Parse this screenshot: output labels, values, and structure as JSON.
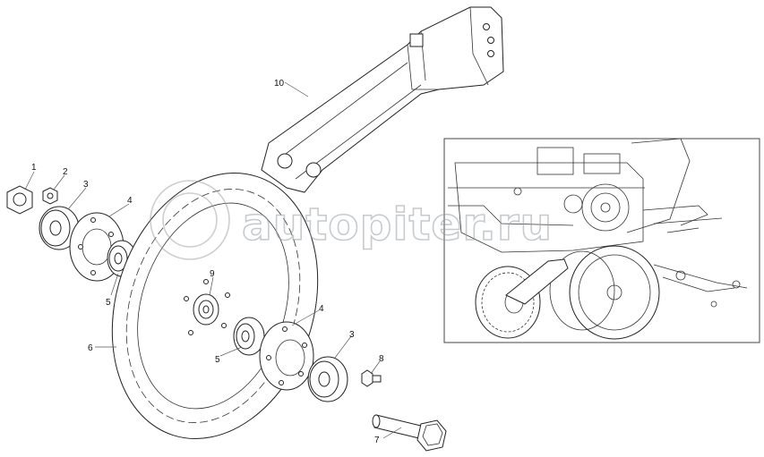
{
  "watermark": {
    "text": "autopiter.ru"
  },
  "callouts": {
    "c1": "1",
    "c2": "2",
    "c3a": "3",
    "c4a": "4",
    "c5a": "5",
    "c6": "6",
    "c9": "9",
    "c5b": "5",
    "c4b": "4",
    "c3b": "3",
    "c8": "8",
    "c7": "7",
    "c10": "10"
  },
  "colors": {
    "line": "#222222",
    "leader": "#555555",
    "watermark": "#9aa0a6"
  }
}
